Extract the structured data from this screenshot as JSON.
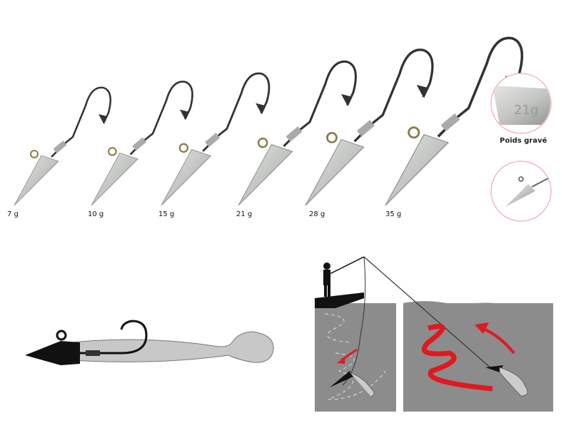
{
  "weights": [
    "7 g",
    "10 g",
    "15 g",
    "21 g",
    "28 g",
    "35 g"
  ],
  "detail_caption": "Poids gravé",
  "engraved_text": "21g",
  "colors": {
    "lead": "#c9cbc8",
    "water": "#8c8c8c",
    "arrow": "#e0191f",
    "lure_body": "#c8c8c8",
    "lure_head": "#111111",
    "circle_border": "#f0b8bf"
  }
}
